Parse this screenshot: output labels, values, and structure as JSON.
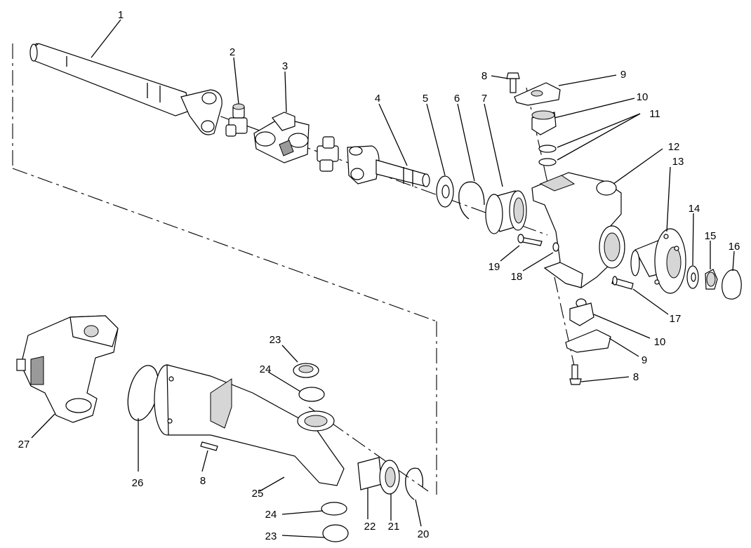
{
  "callouts": {
    "c1": "1",
    "c2": "2",
    "c3": "3",
    "c4": "4",
    "c5": "5",
    "c6": "6",
    "c7": "7",
    "c8a": "8",
    "c9a": "9",
    "c10a": "10",
    "c11": "11",
    "c12": "12",
    "c13": "13",
    "c14": "14",
    "c15": "15",
    "c16": "16",
    "c17": "17",
    "c18": "18",
    "c19": "19",
    "c10b": "10",
    "c9b": "9",
    "c8b": "8",
    "c23a": "23",
    "c24a": "24",
    "c27": "27",
    "c26": "26",
    "c8c": "8",
    "c25": "25",
    "c22": "22",
    "c21": "21",
    "c20": "20",
    "c24b": "24",
    "c23b": "23"
  }
}
